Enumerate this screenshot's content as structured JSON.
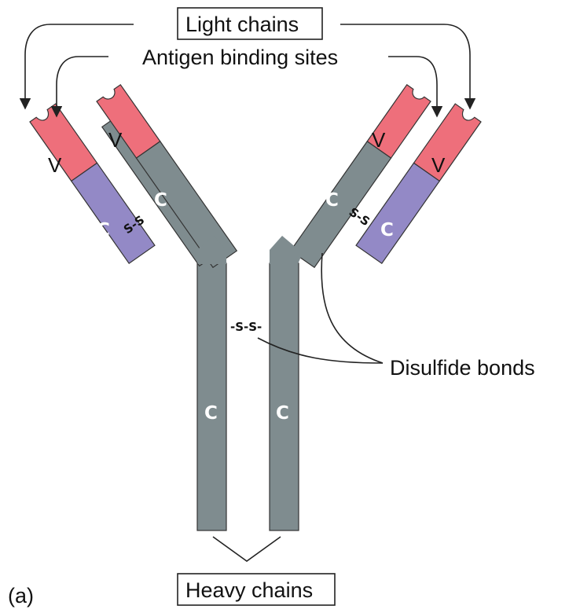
{
  "labels": {
    "light_chains": "Light chains",
    "antigen_binding_sites": "Antigen binding sites",
    "disulfide_bonds": "Disulfide bonds",
    "heavy_chains": "Heavy chains",
    "panel": "(a)"
  },
  "segments": {
    "variable": "V",
    "constant": "C",
    "disulfide": "S-S",
    "disulfide_hinge": "-S-S-"
  },
  "colors": {
    "variable_region": "#ee6f7b",
    "light_constant_region": "#9389c6",
    "heavy_chain": "#7f8c8f",
    "line": "#222222"
  }
}
